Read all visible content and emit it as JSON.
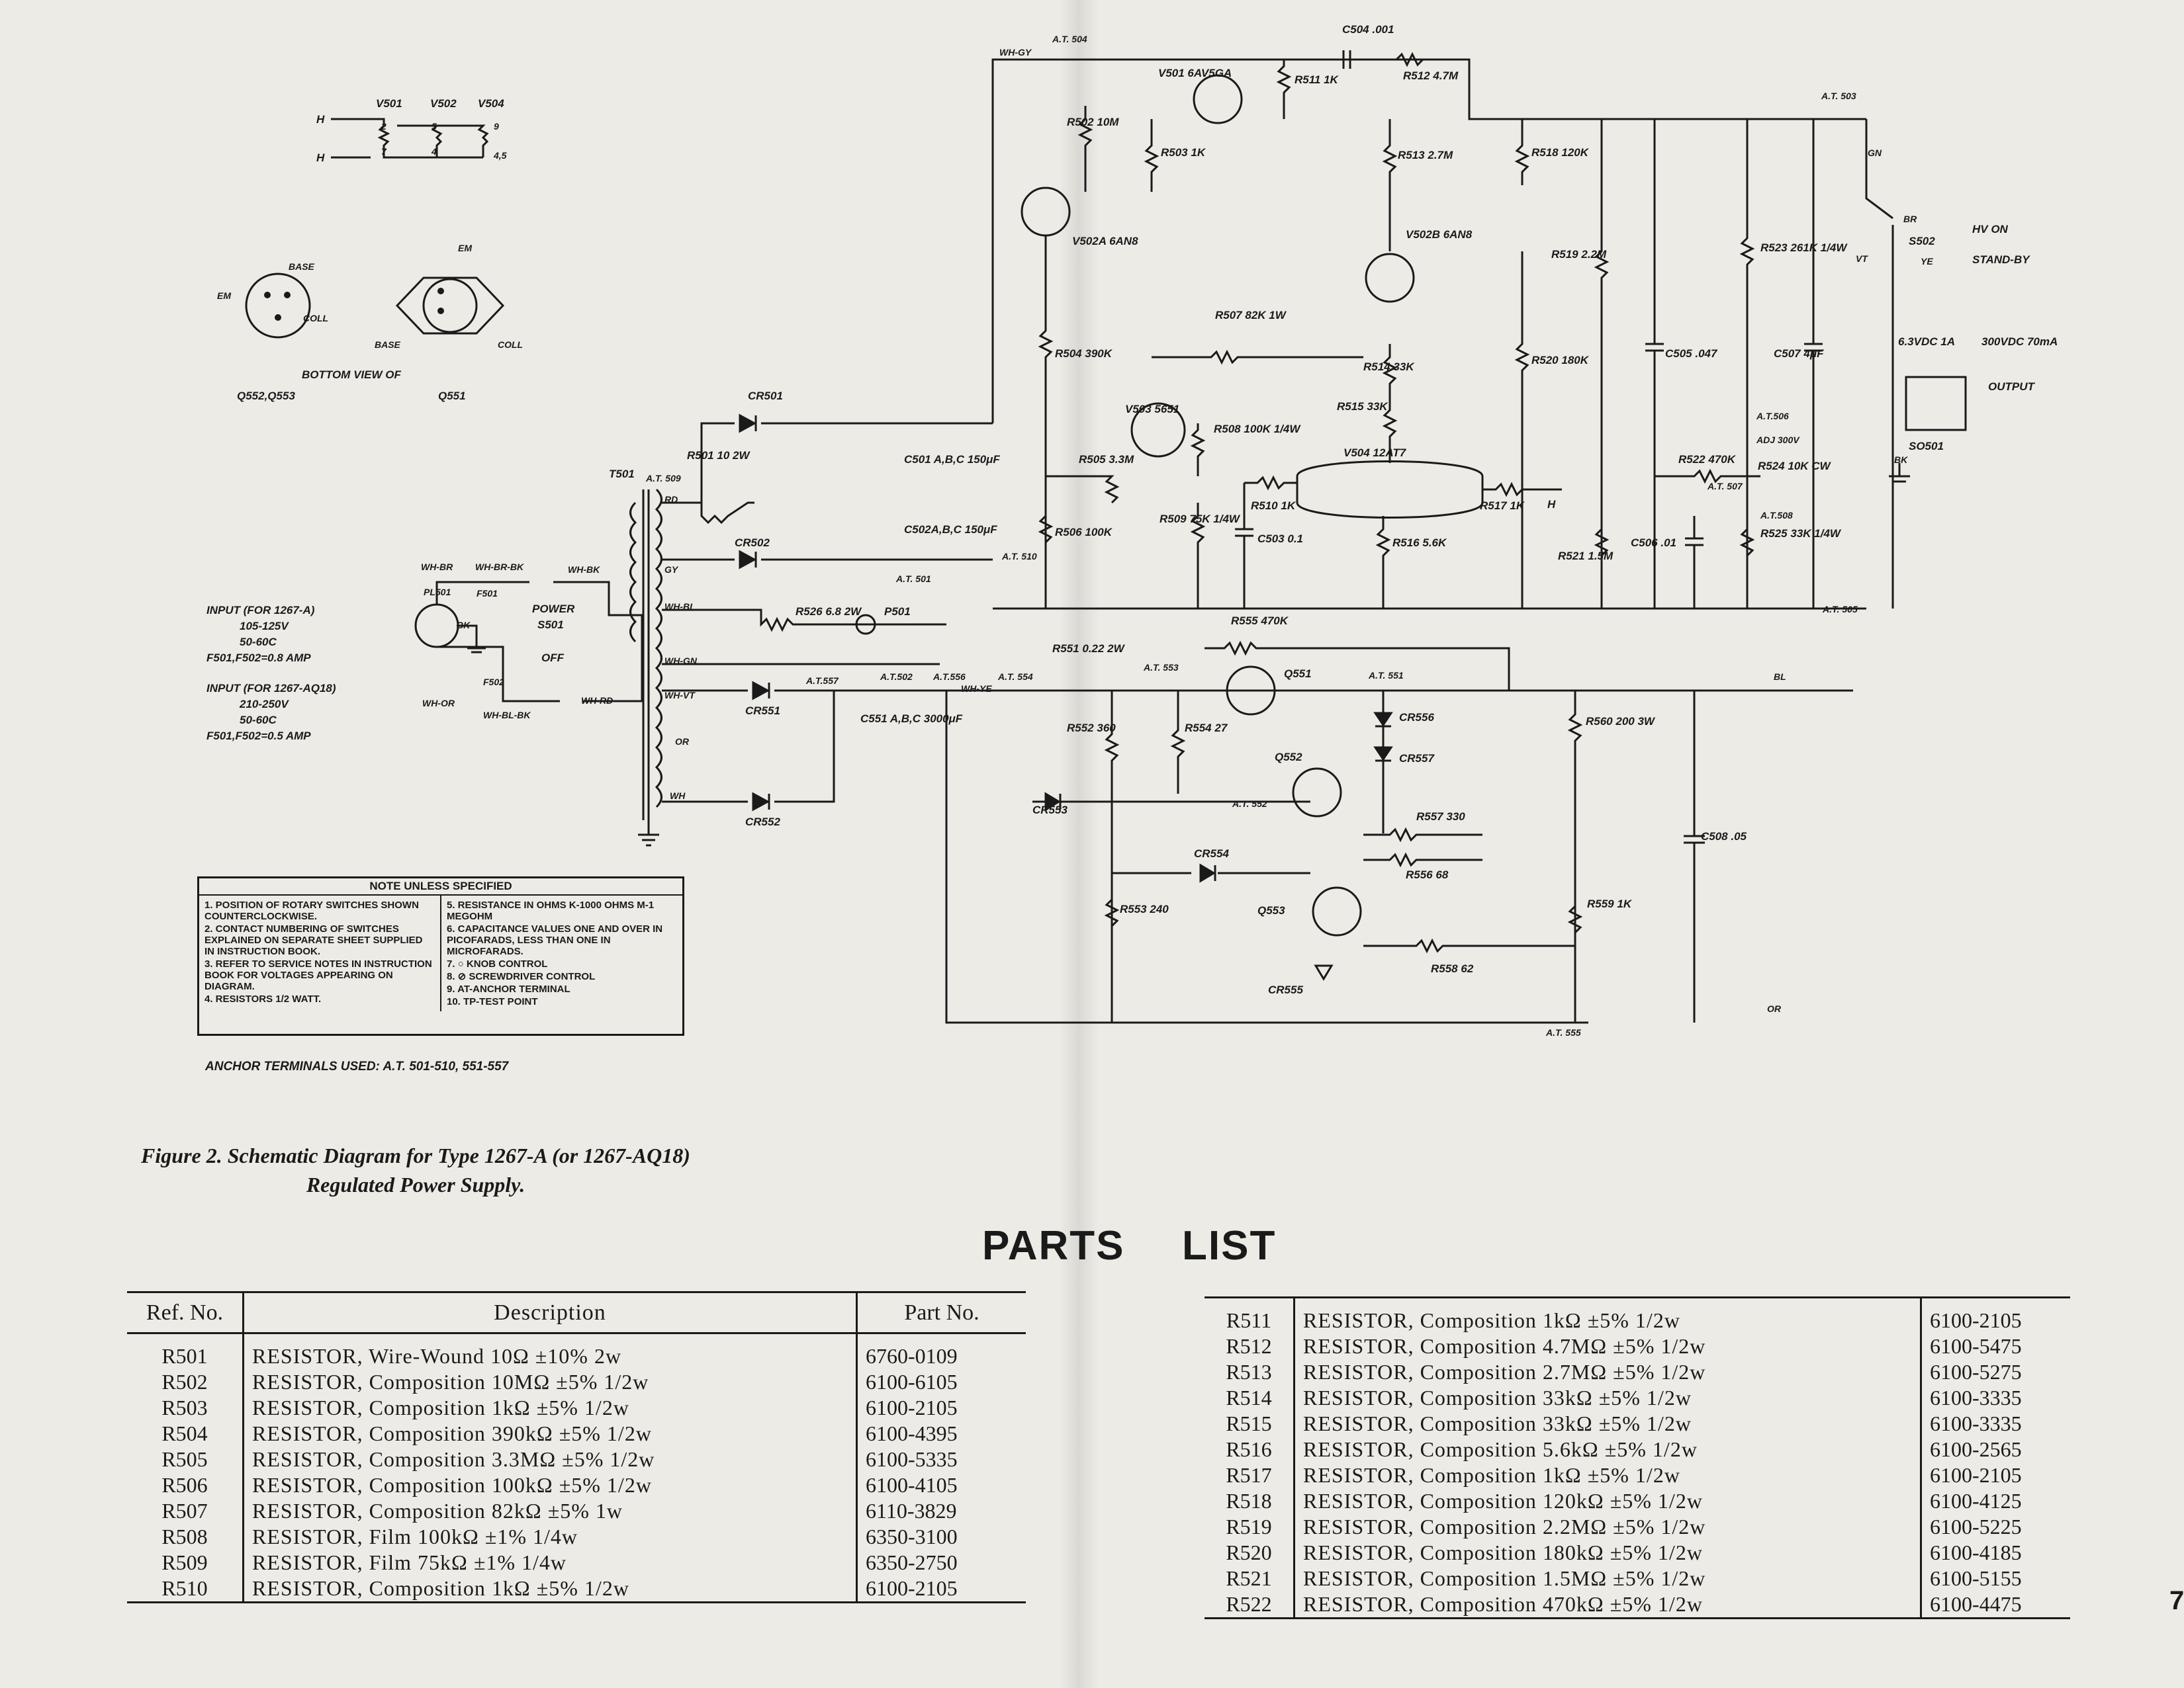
{
  "schematic": {
    "top_left_labels": {
      "tubes": [
        "V501",
        "V502",
        "V504"
      ],
      "heater_h": "H",
      "pins": [
        "2",
        "7",
        "5",
        "4",
        "9",
        "4,5"
      ]
    },
    "transistor_bases": {
      "left": {
        "em": "EM",
        "base": "BASE",
        "coll": "COLL"
      },
      "right": {
        "em": "EM",
        "base": "BASE",
        "coll": "COLL"
      },
      "bottom_view": "BOTTOM VIEW OF",
      "left_parts": "Q552,Q553",
      "right_part": "Q551"
    },
    "input_a": [
      "INPUT (FOR 1267-A)",
      "105-125V",
      "50-60C",
      "F501,F502=0.8 AMP"
    ],
    "input_aq18": [
      "INPUT (FOR 1267-AQ18)",
      "210-250V",
      "50-60C",
      "F501,F502=0.5 AMP"
    ],
    "power_switch": [
      "POWER",
      "S501",
      "OFF"
    ],
    "labels": {
      "pl501": "PL501",
      "f501": "F501",
      "f502": "F502",
      "t501": "T501",
      "whbrbk": "WH-BR-BK",
      "whbr": "WH-BR",
      "whbk": "WH-BK",
      "bk": "BK",
      "whor": "WH-OR",
      "whblbk": "WH-BL-BK",
      "whrd": "WH-RD",
      "at509": "A.T. 509",
      "rd": "RD",
      "gy": "GY",
      "whbl": "WH-BL",
      "whgn": "WH-GN",
      "whvt": "WH-VT",
      "or": "OR",
      "wh": "WH",
      "whye": "WH-YE",
      "whgy": "WH-GY",
      "cr501": "CR501",
      "cr502": "CR502",
      "cr551": "CR551",
      "cr552": "CR552",
      "cr553": "CR553",
      "cr554": "CR554",
      "cr555": "CR555",
      "cr556": "CR556",
      "cr557": "CR557",
      "r501": "R501 10 2W",
      "c501": "C501 A,B,C 150μF",
      "c502": "C502A,B,C 150μF",
      "at510": "A.T. 510",
      "at501": "A.T. 501",
      "r526": "R526 6.8 2W",
      "p501": "P501",
      "at557": "A.T.557",
      "at502": "A.T.502",
      "at556": "A.T.556",
      "at554": "A.T. 554",
      "c551": "C551 A,B,C 3000μF",
      "r551": "R551 0.22 2W",
      "r552": "R552 360",
      "at553": "A.T. 553",
      "r554": "R554 27",
      "r555": "R555 470K",
      "q551": "Q551",
      "at551": "A.T. 551",
      "q552": "Q552",
      "at552": "A.T. 552",
      "r557": "R557 330",
      "r556": "R556 68",
      "r553": "R553 240",
      "q553": "Q553",
      "r558": "R558 62",
      "r559": "R559 1K",
      "r560": "R560 200 3W",
      "c508": "C508 .05",
      "at555": "A.T. 555",
      "bl": "BL",
      "at504": "A.T. 504",
      "v501": "V501 6AV5GA",
      "r511": "R511 1K",
      "c504": "C504 .001",
      "r512": "R512 4.7M",
      "r502": "R502 10M",
      "r503": "R503 1K",
      "v502a": "V502A 6AN8",
      "r513": "R513 2.7M",
      "r518": "R518 120K",
      "at503": "A.T. 503",
      "gn": "GN",
      "v502b": "V502B 6AN8",
      "r519": "R519 2.2M",
      "r523": "R523 261K 1/4W",
      "r504": "R504 390K",
      "r507": "R507 82K 1W",
      "r514": "R514 33K",
      "r520": "R520 180K",
      "c505": "C505 .047",
      "c507": "C507 4μF",
      "v503": "V503 5651",
      "r515": "R515 33K",
      "r508": "R508 100K 1/4W",
      "at506": "A.T.506",
      "adj": "ADJ 300V",
      "r505": "R505 3.3M",
      "v504": "V504 12AT7",
      "r522": "R522 470K",
      "at507": "A.T. 507",
      "r524": "R524 10K CW",
      "at508": "A.T.508",
      "r506": "R506 100K",
      "r509": "R509 75K 1/4W",
      "r510": "R510 1K",
      "c503": "C503 0.1",
      "r516": "R516 5.6K",
      "r517": "R517 1K",
      "r521": "R521 1.5M",
      "c506": "C506 .01",
      "r525": "R525 33K 1/4W",
      "at505": "A.T. 505",
      "br": "BR",
      "s502": "S502",
      "vt": "VT",
      "ye": "YE",
      "hv_on": "HV ON",
      "standby": "STAND-BY",
      "v63": "6.3VDC 1A",
      "v300": "300VDC 70mA",
      "output": "OUTPUT",
      "so501": "SO501",
      "bkk": "BK"
    }
  },
  "notes": {
    "title": "NOTE UNLESS SPECIFIED",
    "left": [
      "1. POSITION OF ROTARY SWITCHES SHOWN COUNTERCLOCKWISE.",
      "2. CONTACT NUMBERING OF SWITCHES EXPLAINED ON SEPARATE SHEET SUPPLIED IN INSTRUCTION BOOK.",
      "3. REFER TO SERVICE NOTES IN INSTRUCTION BOOK FOR VOLTAGES APPEARING ON DIAGRAM.",
      "4. RESISTORS 1/2 WATT."
    ],
    "right": [
      "5. RESISTANCE IN OHMS K-1000 OHMS M-1 MEGOHM",
      "6. CAPACITANCE VALUES ONE AND OVER IN PICOFARADS, LESS THAN ONE IN MICROFARADS.",
      "7. ○ KNOB CONTROL",
      "8. ⊘ SCREWDRIVER CONTROL",
      "9. AT-ANCHOR TERMINAL",
      "10. TP-TEST POINT"
    ]
  },
  "anchor_terminals": "ANCHOR TERMINALS USED: A.T. 501-510, 551-557",
  "caption": {
    "line1": "Figure 2. Schematic Diagram for Type 1267-A (or 1267-AQ18)",
    "line2": "Regulated Power Supply."
  },
  "parts_list": {
    "title_left": "PARTS",
    "title_right": "LIST",
    "headers": {
      "ref": "Ref. No.",
      "desc": "Description",
      "part": "Part No."
    },
    "left_rows": [
      {
        "ref": "R501",
        "desc": "RESISTOR, Wire-Wound 10Ω ±10% 2w",
        "part": "6760-0109"
      },
      {
        "ref": "R502",
        "desc": "RESISTOR, Composition 10MΩ ±5% 1/2w",
        "part": "6100-6105"
      },
      {
        "ref": "R503",
        "desc": "RESISTOR, Composition 1kΩ ±5% 1/2w",
        "part": "6100-2105"
      },
      {
        "ref": "R504",
        "desc": "RESISTOR, Composition 390kΩ ±5% 1/2w",
        "part": "6100-4395"
      },
      {
        "ref": "R505",
        "desc": "RESISTOR, Composition 3.3MΩ ±5% 1/2w",
        "part": "6100-5335"
      },
      {
        "ref": "R506",
        "desc": "RESISTOR, Composition 100kΩ ±5% 1/2w",
        "part": "6100-4105"
      },
      {
        "ref": "R507",
        "desc": "RESISTOR, Composition 82kΩ ±5% 1w",
        "part": "6110-3829"
      },
      {
        "ref": "R508",
        "desc": "RESISTOR, Film 100kΩ ±1% 1/4w",
        "part": "6350-3100"
      },
      {
        "ref": "R509",
        "desc": "RESISTOR, Film 75kΩ ±1% 1/4w",
        "part": "6350-2750"
      },
      {
        "ref": "R510",
        "desc": "RESISTOR, Composition 1kΩ ±5% 1/2w",
        "part": "6100-2105"
      }
    ],
    "right_rows": [
      {
        "ref": "R511",
        "desc": "RESISTOR, Composition 1kΩ ±5% 1/2w",
        "part": "6100-2105"
      },
      {
        "ref": "R512",
        "desc": "RESISTOR, Composition 4.7MΩ ±5% 1/2w",
        "part": "6100-5475"
      },
      {
        "ref": "R513",
        "desc": "RESISTOR, Composition 2.7MΩ ±5% 1/2w",
        "part": "6100-5275"
      },
      {
        "ref": "R514",
        "desc": "RESISTOR, Composition 33kΩ ±5% 1/2w",
        "part": "6100-3335"
      },
      {
        "ref": "R515",
        "desc": "RESISTOR, Composition 33kΩ ±5% 1/2w",
        "part": "6100-3335"
      },
      {
        "ref": "R516",
        "desc": "RESISTOR, Composition 5.6kΩ ±5% 1/2w",
        "part": "6100-2565"
      },
      {
        "ref": "R517",
        "desc": "RESISTOR, Composition 1kΩ ±5% 1/2w",
        "part": "6100-2105"
      },
      {
        "ref": "R518",
        "desc": "RESISTOR, Composition 120kΩ ±5% 1/2w",
        "part": "6100-4125"
      },
      {
        "ref": "R519",
        "desc": "RESISTOR, Composition 2.2MΩ ±5% 1/2w",
        "part": "6100-5225"
      },
      {
        "ref": "R520",
        "desc": "RESISTOR, Composition 180kΩ ±5% 1/2w",
        "part": "6100-4185"
      },
      {
        "ref": "R521",
        "desc": "RESISTOR, Composition 1.5MΩ ±5% 1/2w",
        "part": "6100-5155"
      },
      {
        "ref": "R522",
        "desc": "RESISTOR, Composition 470kΩ ±5% 1/2w",
        "part": "6100-4475"
      }
    ]
  },
  "page_number": "7"
}
